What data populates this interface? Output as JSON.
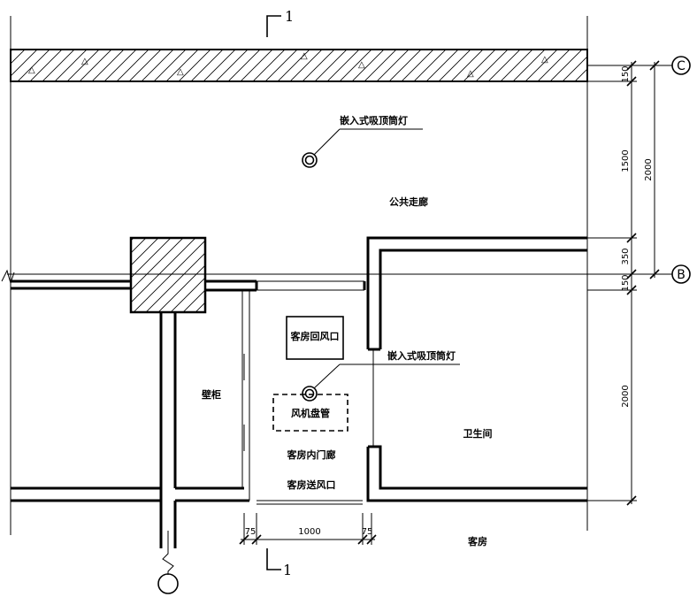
{
  "section_marks": {
    "top": "1",
    "bottom": "1"
  },
  "axis_labels": {
    "c": "C",
    "b": "B"
  },
  "labels": {
    "light_top": "嵌入式吸顶筒灯",
    "corridor": "公共走廊",
    "return_vent": "客房回风口",
    "light_mid": "嵌入式吸顶筒灯",
    "closet": "壁柜",
    "fan_coil": "风机盘管",
    "bathroom": "卫生间",
    "inner_corridor": "客房内门廊",
    "supply_vent": "客房送风口",
    "guest_room": "客房"
  },
  "dimensions": {
    "right_150_top": "150",
    "right_1500": "1500",
    "right_2000_outer": "2000",
    "right_350": "350",
    "right_150_mid": "150",
    "right_2000_lower": "2000",
    "bottom_75_left": "75",
    "bottom_1000": "1000",
    "bottom_75_right": "75"
  }
}
